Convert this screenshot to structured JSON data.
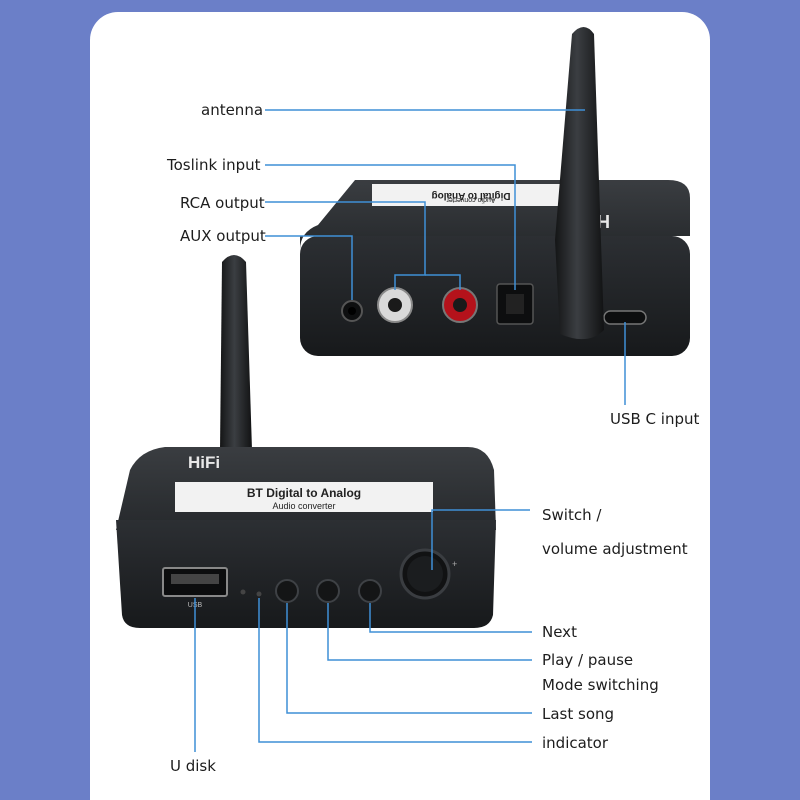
{
  "colors": {
    "background": "#6b7fc8",
    "panel": "#ffffff",
    "callout": "#3f8fd6",
    "device": "#1f2123",
    "text": "#1d1d1d"
  },
  "back_device": {
    "brand": "HiFi",
    "label_line1": "Digital to Analog",
    "label_line2": "Audio converter"
  },
  "front_device": {
    "brand": "HiFi",
    "label_line1": "BT Digital to Analog",
    "label_line2": "Audio converter",
    "usb_port_label": "USB"
  },
  "callouts": {
    "antenna": "antenna",
    "toslink": "Toslink input",
    "rca": "RCA output",
    "aux": "AUX output",
    "usbc": "USB C input",
    "switch_line1": "Switch /",
    "switch_line2": "volume adjustment",
    "next": "Next",
    "play": "Play / pause",
    "mode": "Mode switching",
    "last": "Last song",
    "indicator": "indicator",
    "udisk": "U disk"
  }
}
